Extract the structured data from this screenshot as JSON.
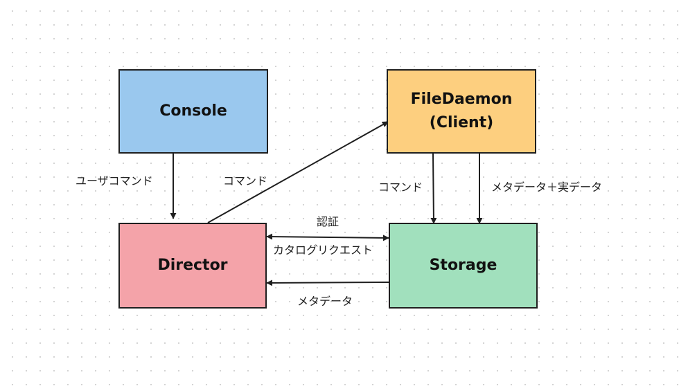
{
  "nodes": {
    "console": {
      "label": "Console",
      "color": "#9ac8ee"
    },
    "filedaemon": {
      "line1": "FileDaemon",
      "line2": "(Client)",
      "color": "#fdcf7f"
    },
    "director": {
      "label": "Director",
      "color": "#f4a3a9"
    },
    "storage": {
      "label": "Storage",
      "color": "#a1e0bd"
    }
  },
  "edges": {
    "console_to_director": "ユーザコマンド",
    "director_to_filedaemon": "コマンド",
    "filedaemon_to_storage_command": "コマンド",
    "filedaemon_to_storage_data": "メタデータ＋実データ",
    "director_storage_auth": "認証",
    "director_storage_catalog": "カタログリクエスト",
    "storage_to_director": "メタデータ"
  },
  "colors": {
    "border": "#1f1f1f",
    "arrow": "#1f1f1f"
  }
}
